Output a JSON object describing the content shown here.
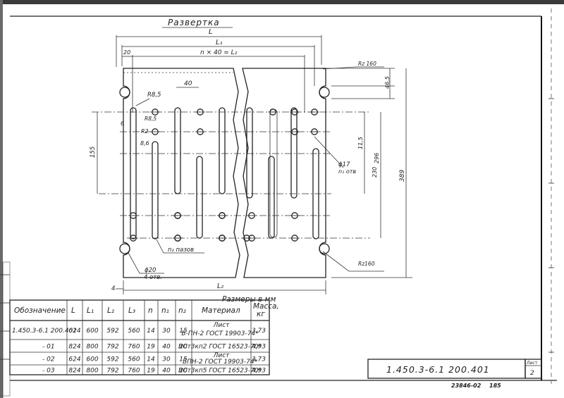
{
  "drawing": {
    "title": "Развертка",
    "dims": {
      "L": "L",
      "L1": "L₁",
      "n40": "n × 40 = L₂",
      "d20_top": "20",
      "d40": "40",
      "R8_5a": "R8,5",
      "R8_5b": "R8,5",
      "d6": "6",
      "R2": "R2",
      "d8_6": "8,6",
      "d155": "155",
      "Rz160_top": "Rz 160",
      "d46_5": "46,5",
      "d11_5": "11,5",
      "d296": "296",
      "d230": "230",
      "d389": "389",
      "phi17": "ϕ17",
      "n1holes": "n₁ отв",
      "n2slots": "n₂ пазов",
      "phi20": "ϕ20",
      "holes4": "4 отв.",
      "Rz160_bot": "Rz160",
      "d4": "4",
      "L2": "L₂",
      "units": "Размеры в мм"
    }
  },
  "table": {
    "headers": [
      "Обозначение",
      "L",
      "L₁",
      "L₂",
      "L₃",
      "n",
      "n₁",
      "n₂",
      "Материал",
      "Масса, кг"
    ],
    "rows": [
      {
        "code": "1.450.3-6.1 200.401",
        "L": "624",
        "L1": "600",
        "L2": "592",
        "L3": "560",
        "n": "14",
        "n1": "30",
        "n2": "15",
        "mat_top": "Лист",
        "mat_bot": "Б-ПН-2 ГОСТ 19903-74*",
        "mass": "3,73"
      },
      {
        "code": "- 01",
        "L": "824",
        "L1": "800",
        "L2": "792",
        "L3": "760",
        "n": "19",
        "n1": "40",
        "n2": "20",
        "mat_top": "",
        "mat_bot": "ВСт3кп2 ГОСТ 16523-70*",
        "mass": "4,93"
      },
      {
        "code": "- 02",
        "L": "624",
        "L1": "600",
        "L2": "592",
        "L3": "560",
        "n": "14",
        "n1": "30",
        "n2": "15",
        "mat_top": "Лист",
        "mat_bot": "БПН-2 ГОСТ 19903-74*",
        "mass": "3,73"
      },
      {
        "code": "- 03",
        "L": "824",
        "L1": "800",
        "L2": "792",
        "L3": "760",
        "n": "19",
        "n1": "40",
        "n2": "20",
        "mat_top": "",
        "mat_bot": "ВСт3кп5 ГОСТ 16523-70*",
        "mass": "4,93"
      }
    ]
  },
  "title_block": {
    "doc_code": "1.450.3-6.1 200.401",
    "sheet_label": "Лист",
    "sheet_no": "2",
    "archive_no": "23846-02",
    "page_no": "185"
  }
}
